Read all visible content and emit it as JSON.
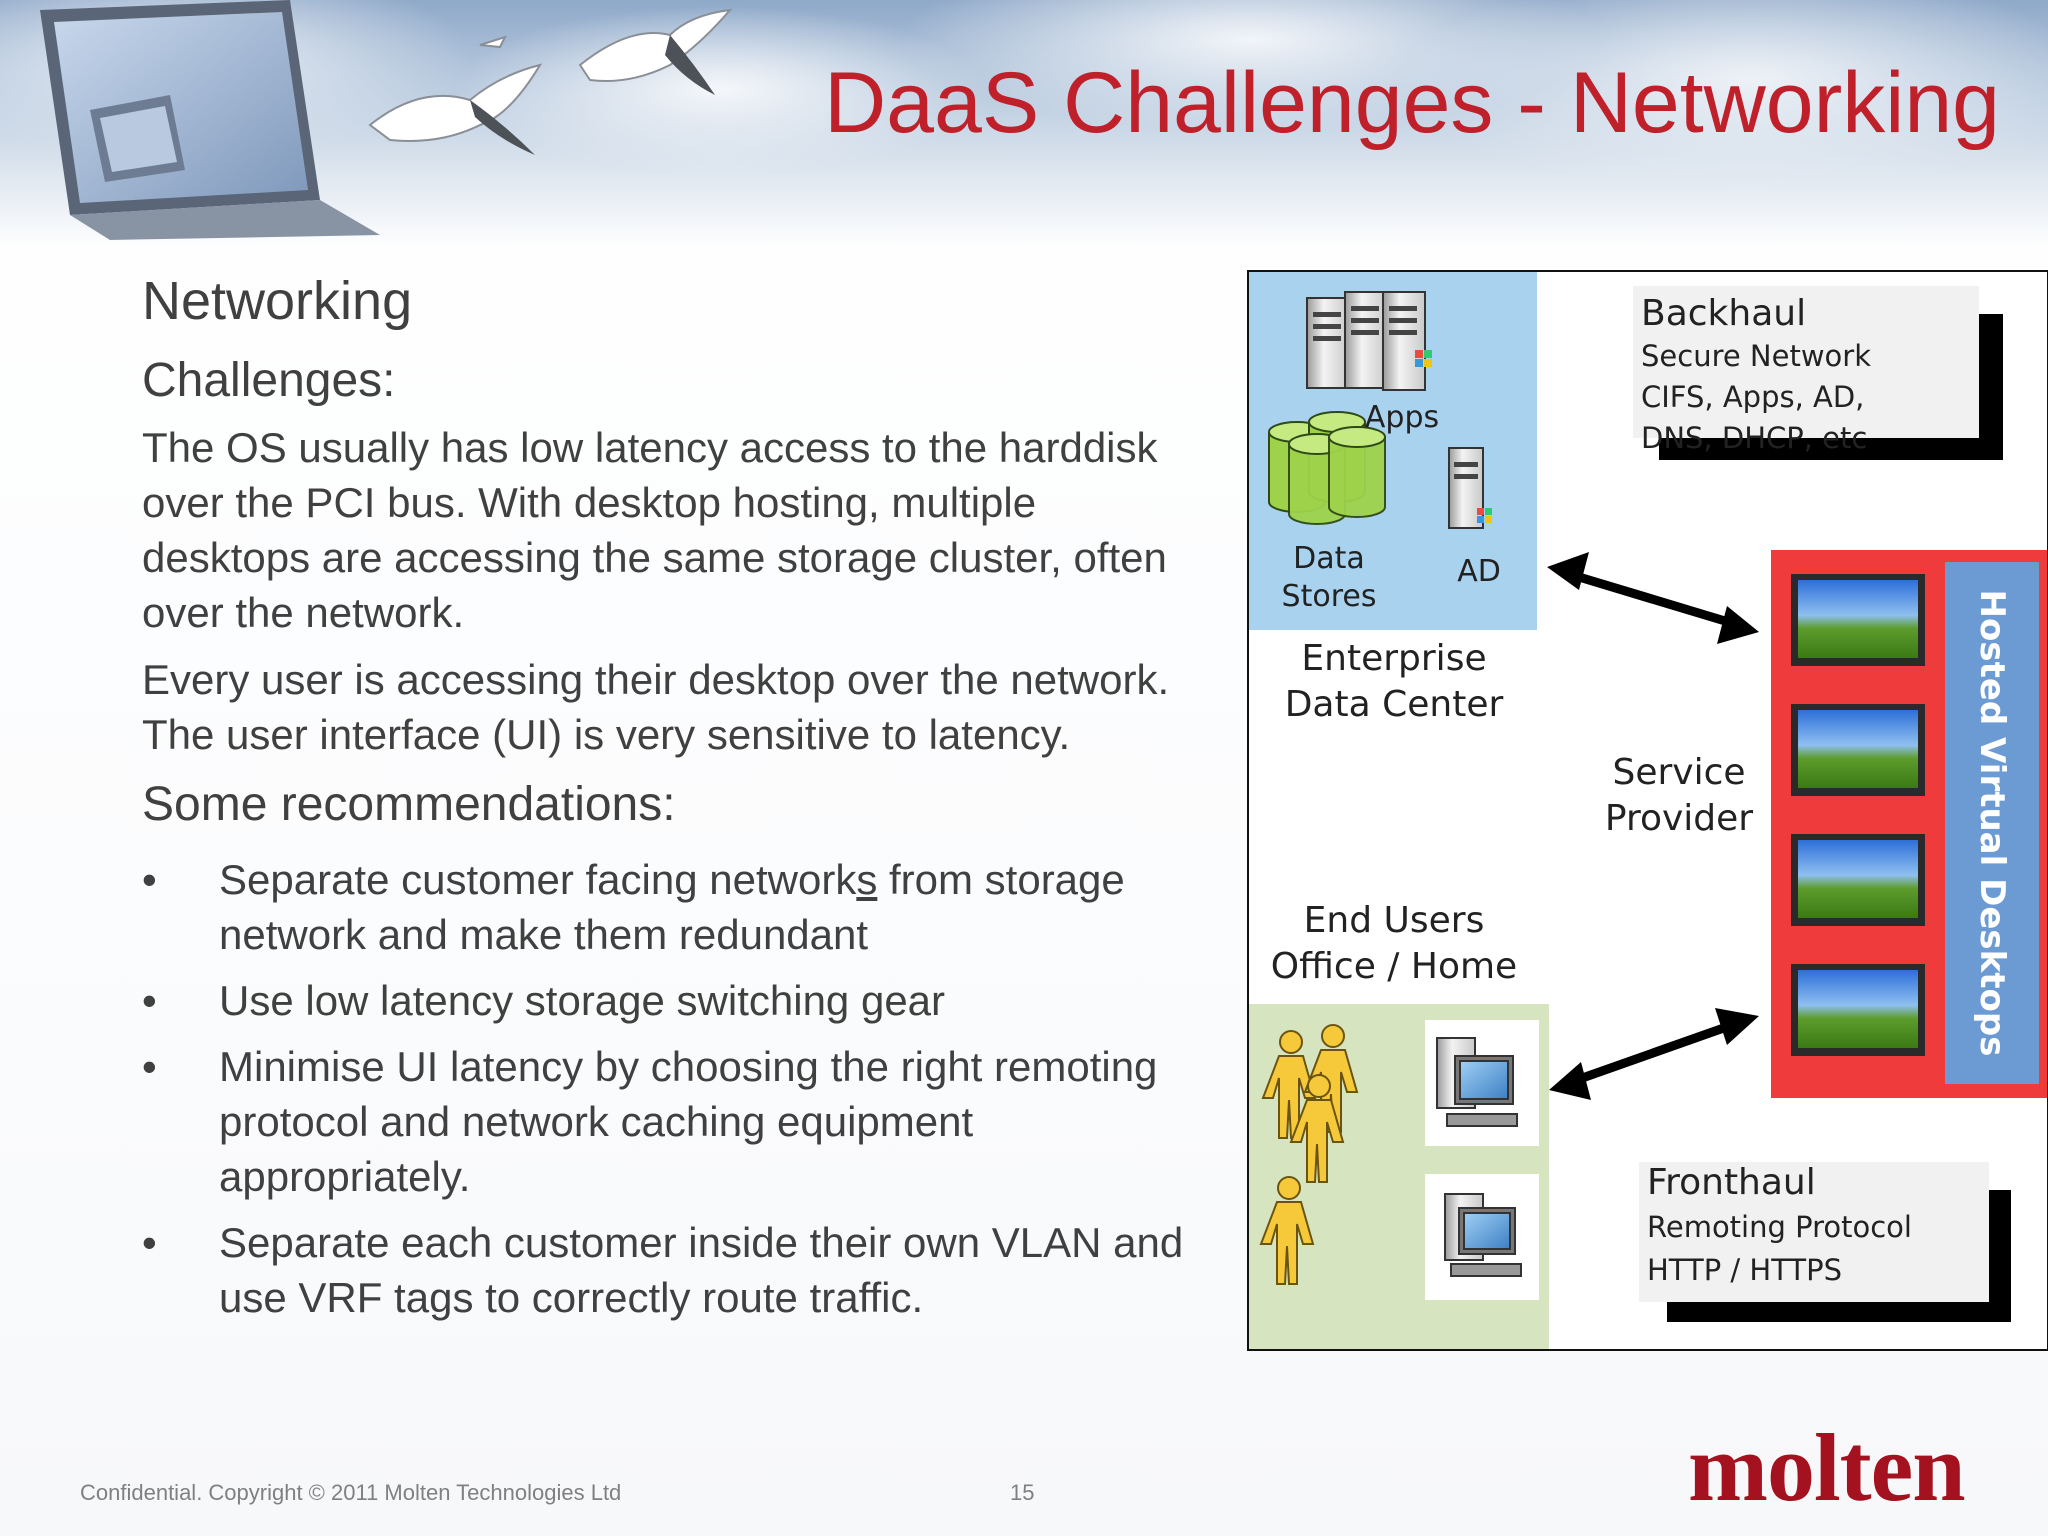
{
  "slide": {
    "title": "DaaS Challenges - Networking",
    "heading": "Networking",
    "subheading": "Challenges:",
    "paragraphs": [
      "The OS usually has low latency access to the harddisk over the PCI bus. With desktop hosting, multiple desktops are accessing the same storage cluster, often over the network.",
      "Every user is accessing their desktop over the network. The user interface (UI) is very sensitive to latency."
    ],
    "recommendations_heading": "Some recommendations:",
    "bullet": "•",
    "recommendations": [
      {
        "pre": "Separate customer facing network",
        "underlined": "s",
        "post": " from storage network and make them redundant"
      },
      {
        "text": "Use low latency storage switching gear"
      },
      {
        "text": "Minimise UI latency by choosing the right remoting protocol and network caching equipment appropriately."
      },
      {
        "text": "Separate each customer inside their own VLAN and use VRF tags to correctly route traffic."
      }
    ]
  },
  "diagram": {
    "apps_label": "Apps",
    "data_stores_label": [
      "Data",
      "Stores"
    ],
    "ad_label": "AD",
    "enterprise_label": [
      "Enterprise",
      "Data Center"
    ],
    "backhaul": {
      "title": "Backhaul",
      "lines": [
        "Secure Network",
        "CIFS, Apps, AD,",
        "DNS, DHCP, etc"
      ]
    },
    "service_provider_label": [
      "Service",
      "Provider"
    ],
    "hosted_label": "Hosted Virtual Desktops",
    "end_users_label": [
      "End Users",
      "Office / Home"
    ],
    "fronthaul": {
      "title": "Fronthaul",
      "lines": [
        "Remoting Protocol",
        "HTTP / HTTPS"
      ]
    },
    "colors": {
      "datacenter_bg": "#a9d2ee",
      "hosted_red": "#ef3b3b",
      "hosted_blue": "#6b9bd2",
      "endusers_bg": "#d6e5c0",
      "person_fill": "#f6c93a",
      "storage_green": "#9ed24a"
    }
  },
  "footer": {
    "confidential": "Confidential. Copyright © 2011 Molten Technologies Ltd",
    "page_number": "15",
    "logo_text": "molten"
  }
}
